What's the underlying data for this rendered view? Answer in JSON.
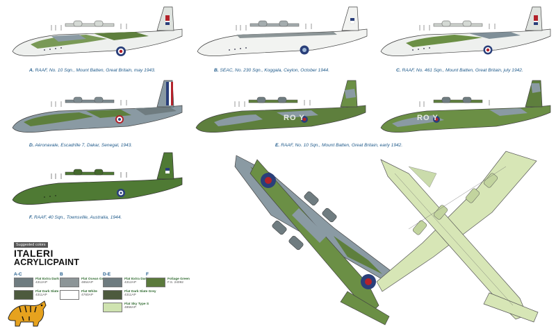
{
  "captions": {
    "a": {
      "letter": "A.",
      "text": "RAAF, No. 10 Sqn., Mount Batten, Great Britain, may 1943."
    },
    "b": {
      "letter": "B.",
      "text": "SEAC, No. 230 Sqn., Koggala, Ceylon, October 1944."
    },
    "c": {
      "letter": "C.",
      "text": "RAAF, No. 461 Sqn., Mount Batten, Great Britain, july 1942."
    },
    "d": {
      "letter": "D.",
      "text": "Aéronavale, Escadrille 7, Dakar, Senegal, 1943."
    },
    "e": {
      "letter": "E.",
      "text": "RAAF, No. 10 Sqn., Mount Batten, Great Britain, early 1942."
    },
    "f": {
      "letter": "F.",
      "text": "RAAF, 40 Sqn., Townsville, Australia, 1944."
    }
  },
  "code_letters": {
    "e": "RO Y",
    "c": "RO Y"
  },
  "brand": {
    "suggested": "Suggested colors",
    "logo": "ITALERI",
    "paint": "ACRYLICPAINT"
  },
  "palette": {
    "ac": {
      "head": "A-C",
      "items": [
        {
          "name": "Flat Extra Dark Sea Grey",
          "code": "4312AP",
          "color": "#6f7c80"
        },
        {
          "name": "Flat Dark Slate Grey",
          "code": "4311AP",
          "color": "#4d5a3e"
        }
      ]
    },
    "b": {
      "head": "B",
      "items": [
        {
          "name": "Flat Ocean Grey",
          "code": "4854AP",
          "color": "#8c9597"
        },
        {
          "name": "Flat White",
          "code": "4760AP",
          "color": "#ffffff"
        }
      ]
    },
    "de": {
      "head": "D-E",
      "items": [
        {
          "name": "Flat Extra Dark Sea Grey",
          "code": "4312AP",
          "color": "#6f7c80"
        },
        {
          "name": "Flat Dark Slate Grey",
          "code": "4311AP",
          "color": "#4d5a3e"
        },
        {
          "name": "Flat Sky Type S",
          "code": "4856AP",
          "color": "#cfe3b0"
        }
      ]
    },
    "f": {
      "head": "F",
      "items": [
        {
          "name": "Foliage Green",
          "code": "F.S. 24092",
          "color": "#5b7a3c"
        }
      ]
    }
  },
  "colors": {
    "caption": "#1f5a8a",
    "white_hull": "#eef0ee",
    "sea_grey": "#8a9aa3",
    "dark_green": "#5e7f3d",
    "foliage": "#4f7a34",
    "sky": "#d7e6b6",
    "roundel_red": "#b3222a",
    "roundel_blue": "#2a3f7a"
  }
}
